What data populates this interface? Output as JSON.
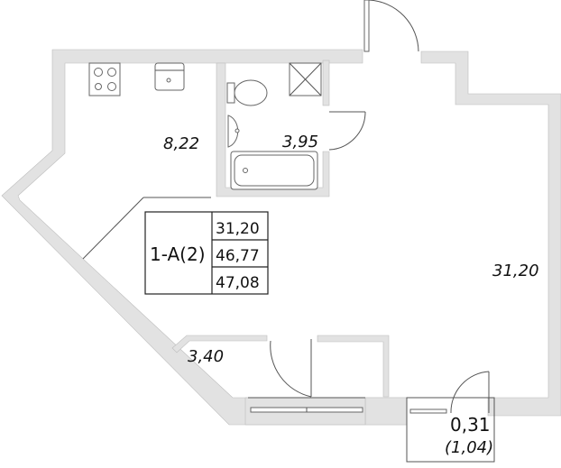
{
  "apartment": {
    "code": "1-A(2)",
    "areas": [
      "31,20",
      "46,77",
      "47,08"
    ]
  },
  "rooms": {
    "kitchen": "8,22",
    "bathroom": "3,95",
    "living": "31,20",
    "closet": "3,40",
    "balcony": "0,31",
    "balcony_full": "(1,04)"
  },
  "colors": {
    "wall": "#e2e2e2",
    "line": "#555555"
  }
}
